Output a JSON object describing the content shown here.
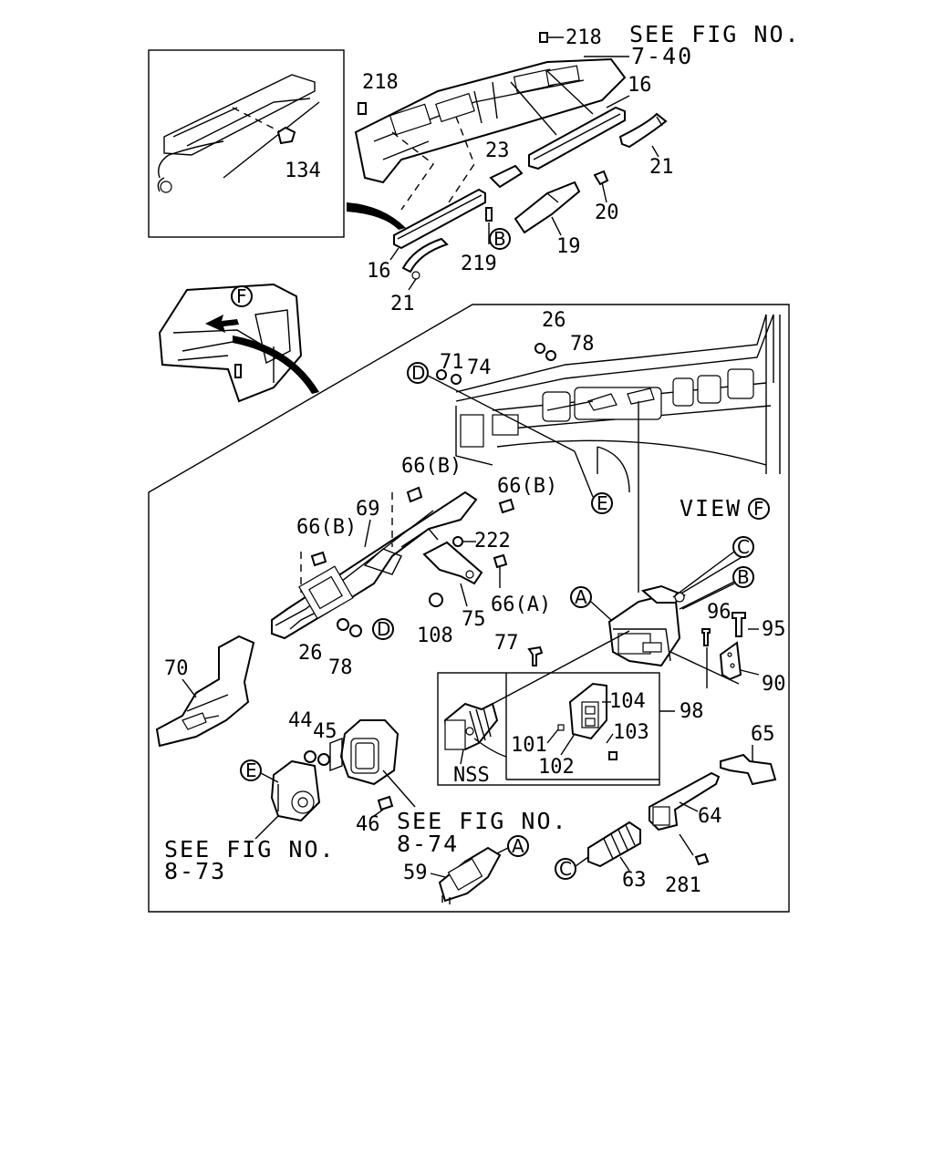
{
  "notes": {
    "fig_7_40_line1": "SEE FIG NO.",
    "fig_7_40_line2": "7-40",
    "fig_8_74_line1": "SEE FIG NO.",
    "fig_8_74_line2": "8-74",
    "fig_8_73_line1": "SEE FIG NO.",
    "fig_8_73_line2": "8-73",
    "view_f": "VIEW",
    "nss": "NSS"
  },
  "callout_letters": {
    "A": "A",
    "B": "B",
    "C": "C",
    "D": "D",
    "E": "E",
    "F": "F"
  },
  "part_labels": {
    "p218_top": "218",
    "p218_left": "218",
    "p16_right": "16",
    "p16_left": "16",
    "p23": "23",
    "p21_right": "21",
    "p21_left": "21",
    "p20": "20",
    "p19": "19",
    "p219": "219",
    "p134": "134",
    "p71": "71",
    "p74": "74",
    "p26_top": "26",
    "p78_top": "78",
    "p66b_1": "66(B)",
    "p66b_2": "66(B)",
    "p66b_3": "66(B)",
    "p69": "69",
    "p222": "222",
    "p66a": "66(A)",
    "p75": "75",
    "p108": "108",
    "p26_bottom": "26",
    "p78_bottom": "78",
    "p77": "77",
    "p70": "70",
    "p96": "96",
    "p95": "95",
    "p90": "90",
    "p98": "98",
    "p104": "104",
    "p103": "103",
    "p101": "101",
    "p102": "102",
    "p44": "44",
    "p45": "45",
    "p46": "46",
    "p65": "65",
    "p64": "64",
    "p63": "63",
    "p281": "281",
    "p59": "59"
  }
}
